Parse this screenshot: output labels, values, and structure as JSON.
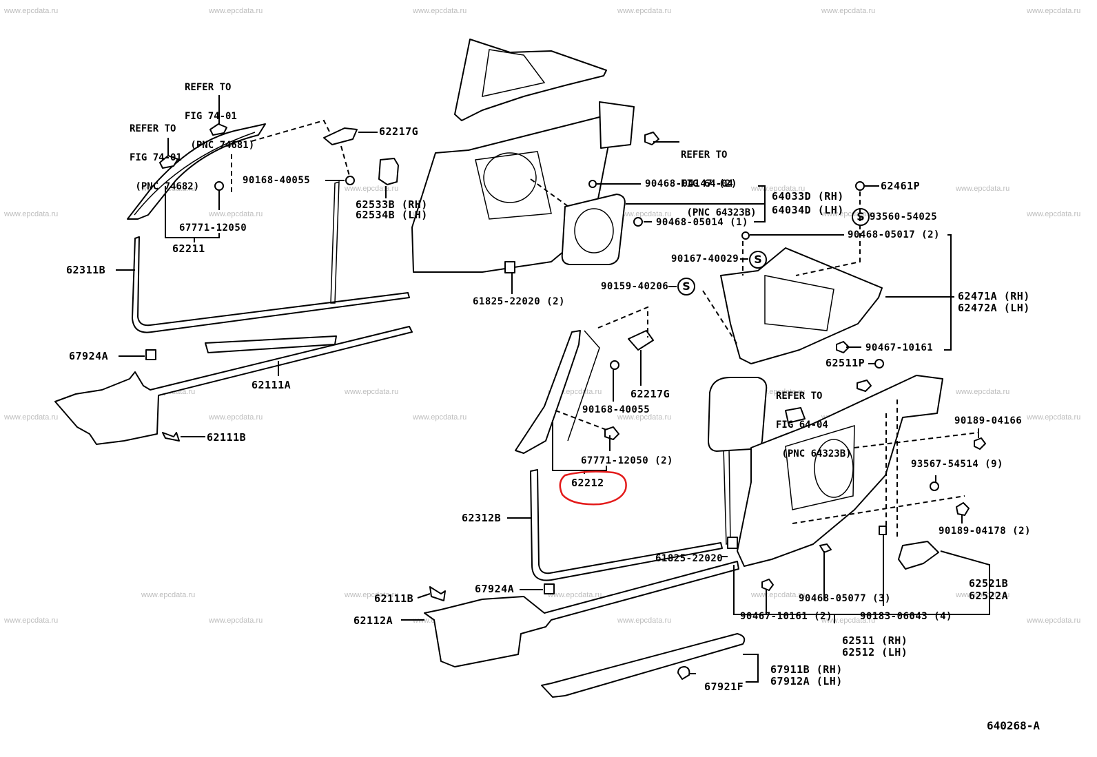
{
  "watermark": "www.epcdata.ru",
  "figure_number": "640268-A",
  "highlight_color": "#e31a1a",
  "highlighted_part": "62212",
  "refs": {
    "fig7401_a": [
      "REFER TO",
      "FIG 74-01",
      " (PNC 74681)"
    ],
    "fig7401_b": [
      "REFER TO",
      "FIG 74-01",
      " (PNC 74682)"
    ],
    "fig6404_a": [
      "REFER TO",
      "FIG 64-04",
      " (PNC 64323B)"
    ],
    "fig6404_b": [
      "REFER TO",
      "FIG 64-04",
      " (PNC 64323B)"
    ]
  },
  "labels": {
    "p62217G_top": "62217G",
    "p90168_top": "90168-40055",
    "p62533B": "62533B (RH)",
    "p62534B": "62534B (LH)",
    "p67771_top": "67771-12050",
    "p62211": "62211",
    "p62311B": "62311B",
    "p67924A_left": "67924A",
    "p62111A": "62111A",
    "p62111B_left": "62111B",
    "p90468_04147": "90468-04147 (2)",
    "p64033D": "64033D (RH)",
    "p64034D": "64034D (LH)",
    "p90468_05014": "90468-05014 (1)",
    "p62461P": "62461P",
    "p93560": "93560-54025",
    "p90468_05017": "90468-05017 (2)",
    "p90167": "90167-40029",
    "p90159": "90159-40206",
    "p62471A": "62471A (RH)",
    "p62472A": "62472A (LH)",
    "p90467_10161_r": "90467-10161",
    "p61825_top": "61825-22020 (2)",
    "p62217G_mid": "62217G",
    "p90168_mid": "90168-40055",
    "p67771_mid": "67771-12050 (2)",
    "p62212": "62212",
    "p62511P": "62511P",
    "p90189_04166": "90189-04166",
    "p93567": "93567-54514 (9)",
    "p90189_04178": "90189-04178 (2)",
    "p62312B": "62312B",
    "p61825_bot": "61825-22020",
    "p90468_05077": "90468-05077 (3)",
    "p62521B": "62521B",
    "p62522A": "62522A",
    "p90467_10161_b": "90467-10161 (2)",
    "p90183": "90183-06043 (4)",
    "p62511": "62511 (RH)",
    "p62512": "62512 (LH)",
    "p62111B_bot": "62111B",
    "p67924A_bot": "67924A",
    "p62112A": "62112A",
    "p67911B": "67911B (RH)",
    "p67912A": "67912A (LH)",
    "p67921F": "67921F"
  },
  "s_badge": "S"
}
